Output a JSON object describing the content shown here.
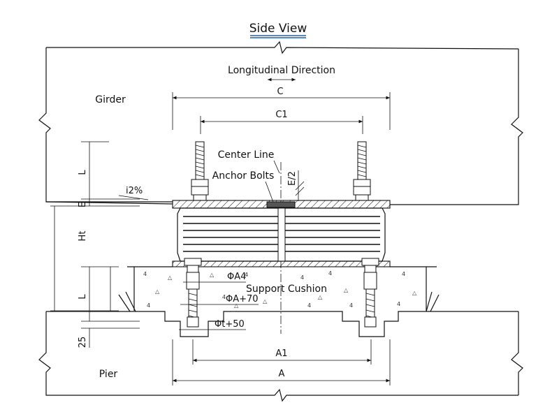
{
  "title": "Side View",
  "labels": {
    "longitudinal_direction": "Longitudinal Direction",
    "girder": "Girder",
    "pier": "Pier",
    "center_line": "Center Line",
    "anchor_bolts": "Anchor Bolts",
    "support_cushion": "Support Cushion"
  },
  "dimensions": {
    "C": "C",
    "C1": "C1",
    "A": "A",
    "A1": "A1",
    "L_top": "L",
    "L_bottom": "L",
    "Ht": "Ht",
    "E": "E",
    "E_half": "E/2",
    "i2": "i2%",
    "d25": "25",
    "phiA4": "ΦA4",
    "phiA70": "ΦA+70",
    "phit50": "Φt+50"
  },
  "colors": {
    "line": "#111111",
    "title_underline": "#1f5fbf",
    "background": "#ffffff"
  }
}
